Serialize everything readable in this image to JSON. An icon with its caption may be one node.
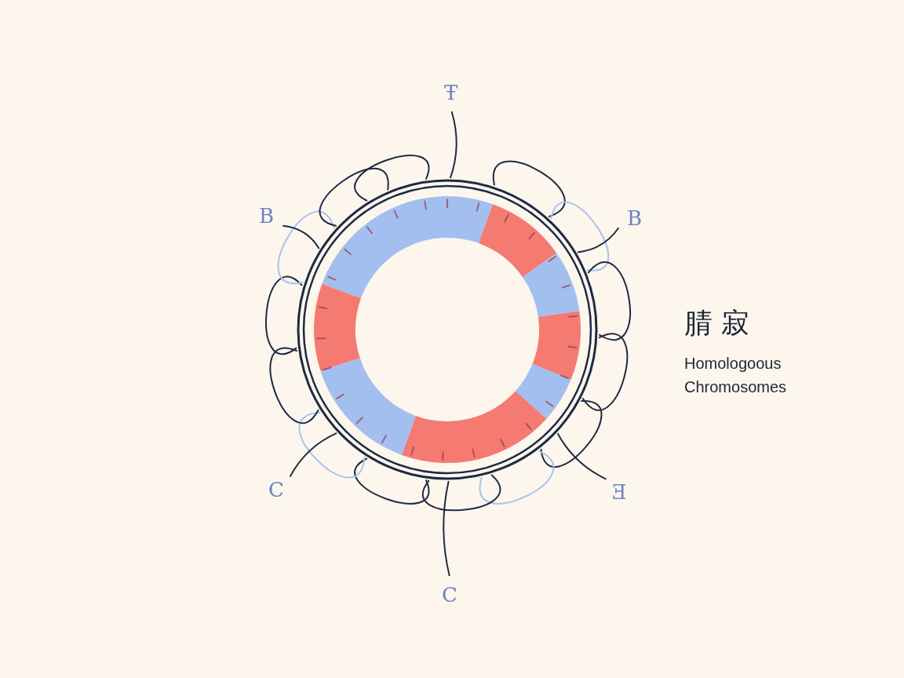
{
  "diagram": {
    "nodes": [
      {
        "text": [],
        "shape": "circle"
      },
      {
        "text": [
          "Ŧ"
        ]
      },
      {
        "text": [
          "B"
        ]
      },
      {
        "text": [
          "B"
        ]
      },
      {
        "text": [
          "C"
        ]
      },
      {
        "text": [
          "Ǝ"
        ]
      },
      {
        "text": [
          "C"
        ]
      }
    ],
    "edges": [
      {
        "from": 1,
        "to": 0,
        "arrow": "none"
      },
      {
        "from": 2,
        "to": 0,
        "arrow": "none"
      },
      {
        "from": 3,
        "to": 0,
        "arrow": "none"
      },
      {
        "from": 4,
        "to": 0,
        "arrow": "none"
      },
      {
        "from": 5,
        "to": 0,
        "arrow": "none"
      },
      {
        "from": 6,
        "to": 0,
        "arrow": "none"
      }
    ],
    "labels": [
      "腈 寂",
      "Homologoous Chromosomes"
    ]
  }
}
